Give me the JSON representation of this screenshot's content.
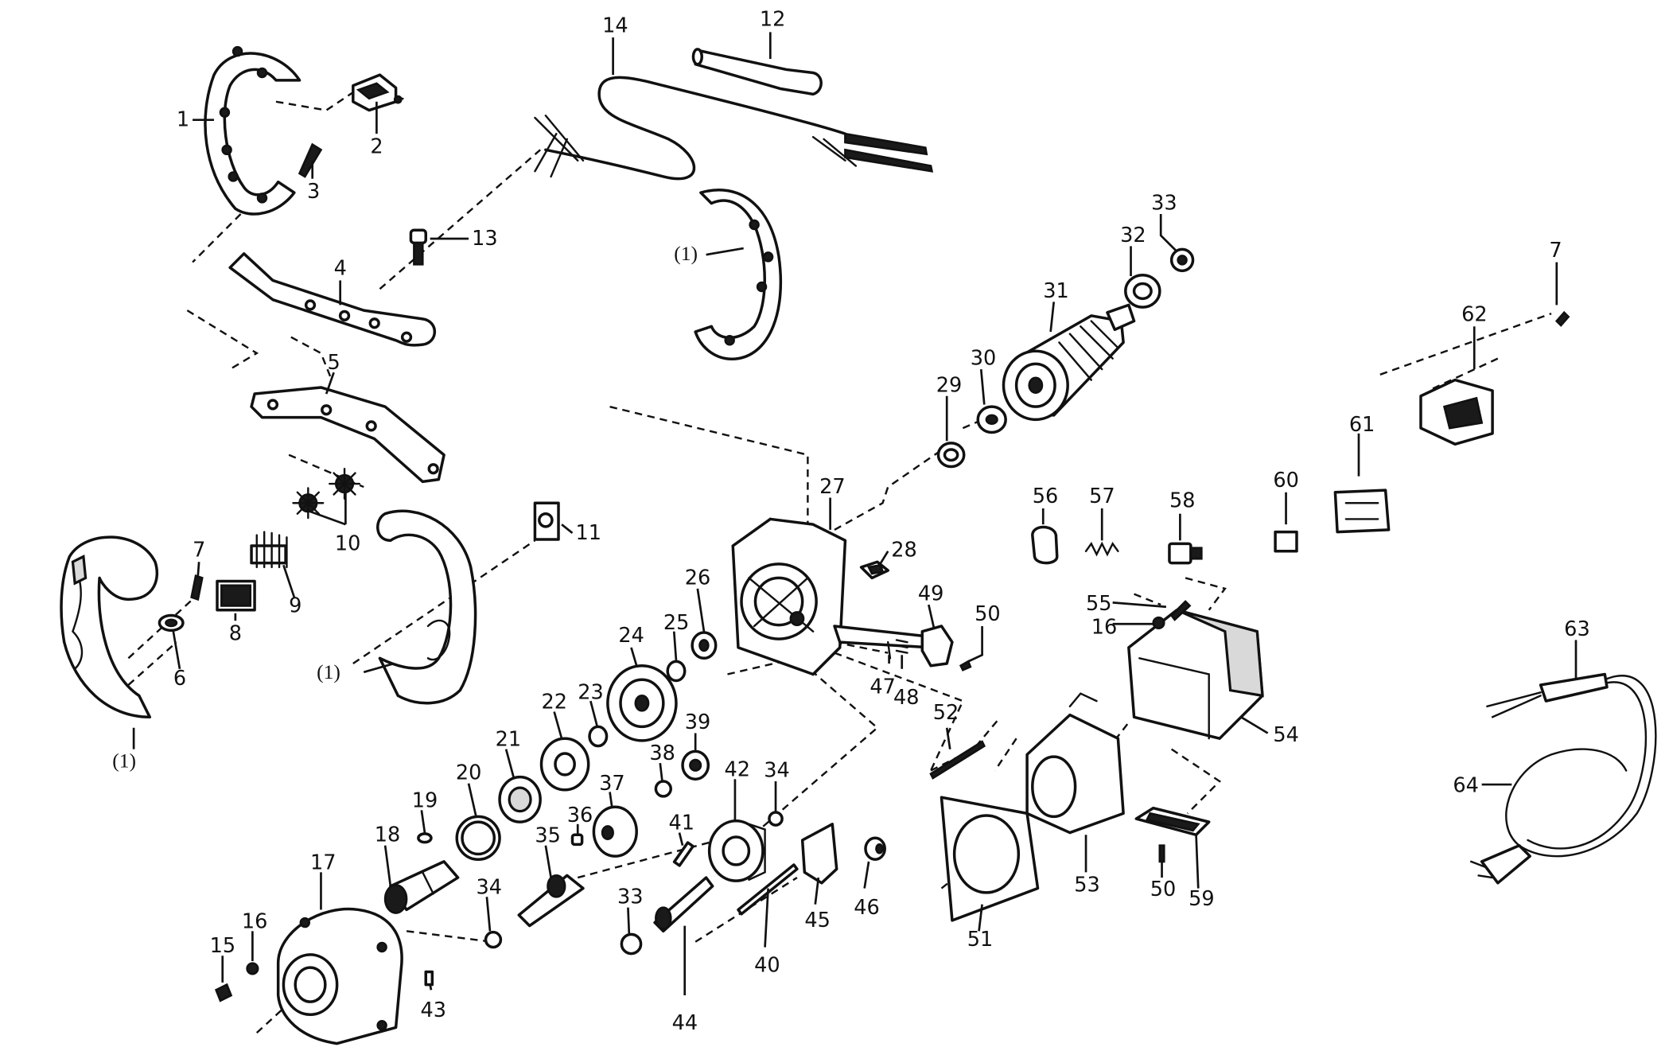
{
  "diagram": {
    "callouts": {
      "c1": "1",
      "c1_b": "(1)",
      "c1_c": "(1)",
      "c1_d": "(1)",
      "c2": "2",
      "c3": "3",
      "c4": "4",
      "c5": "5",
      "c6": "6",
      "c7": "7",
      "c7_b": "7",
      "c8": "8",
      "c9": "9",
      "c10": "10",
      "c11": "11",
      "c12": "12",
      "c13": "13",
      "c14": "14",
      "c15": "15",
      "c16": "16",
      "c16_b": "16",
      "c17": "17",
      "c18": "18",
      "c19": "19",
      "c20": "20",
      "c21": "21",
      "c22": "22",
      "c23": "23",
      "c24": "24",
      "c25": "25",
      "c26": "26",
      "c27": "27",
      "c28": "28",
      "c29": "29",
      "c30": "30",
      "c31": "31",
      "c32": "32",
      "c33": "33",
      "c33_b": "33",
      "c34": "34",
      "c34_b": "34",
      "c35": "35",
      "c36": "36",
      "c37": "37",
      "c38": "38",
      "c39": "39",
      "c40": "40",
      "c41": "41",
      "c42": "42",
      "c43": "43",
      "c44": "44",
      "c45": "45",
      "c46": "46",
      "c47": "47",
      "c48": "48",
      "c49": "49",
      "c50": "50",
      "c50_b": "50",
      "c51": "51",
      "c52": "52",
      "c53": "53",
      "c54": "54",
      "c55": "55",
      "c56": "56",
      "c57": "57",
      "c58": "58",
      "c59": "59",
      "c60": "60",
      "c61": "61",
      "c62": "62",
      "c63": "63",
      "c64": "64"
    }
  }
}
